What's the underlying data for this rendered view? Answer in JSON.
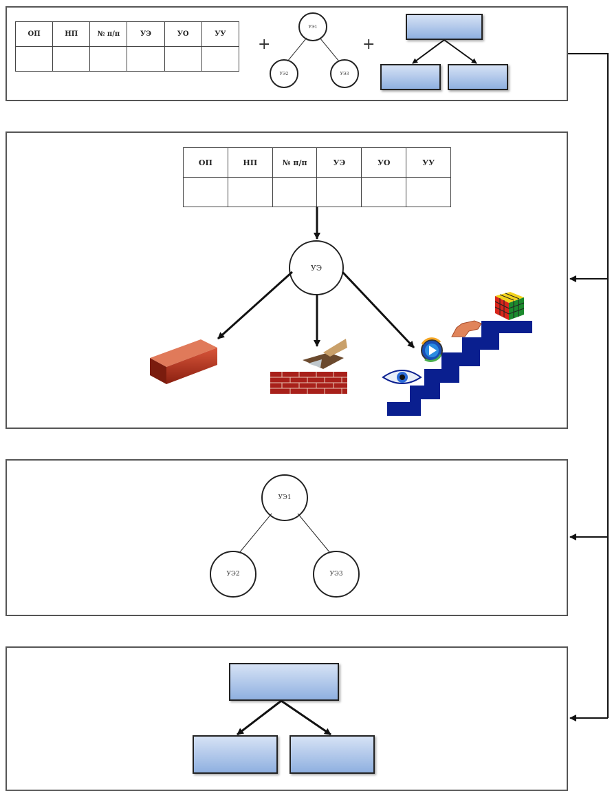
{
  "headers": [
    "ОП",
    "НП",
    "№ п/п",
    "УЭ",
    "УО",
    "УУ"
  ],
  "panel1": {
    "tree": {
      "root": "УЭ1",
      "left": "УЭ2",
      "right": "УЭ3"
    },
    "plus": [
      "+",
      "+"
    ]
  },
  "panel2": {
    "node": "УЭ"
  },
  "panel3": {
    "tree": {
      "root": "УЭ1",
      "left": "УЭ2",
      "right": "УЭ3"
    }
  },
  "colors": {
    "box_fill_top": "#d6e2f5",
    "box_fill_bottom": "#8fb0e0",
    "stair": "#0a1f8f",
    "brick": "#b8371f"
  }
}
